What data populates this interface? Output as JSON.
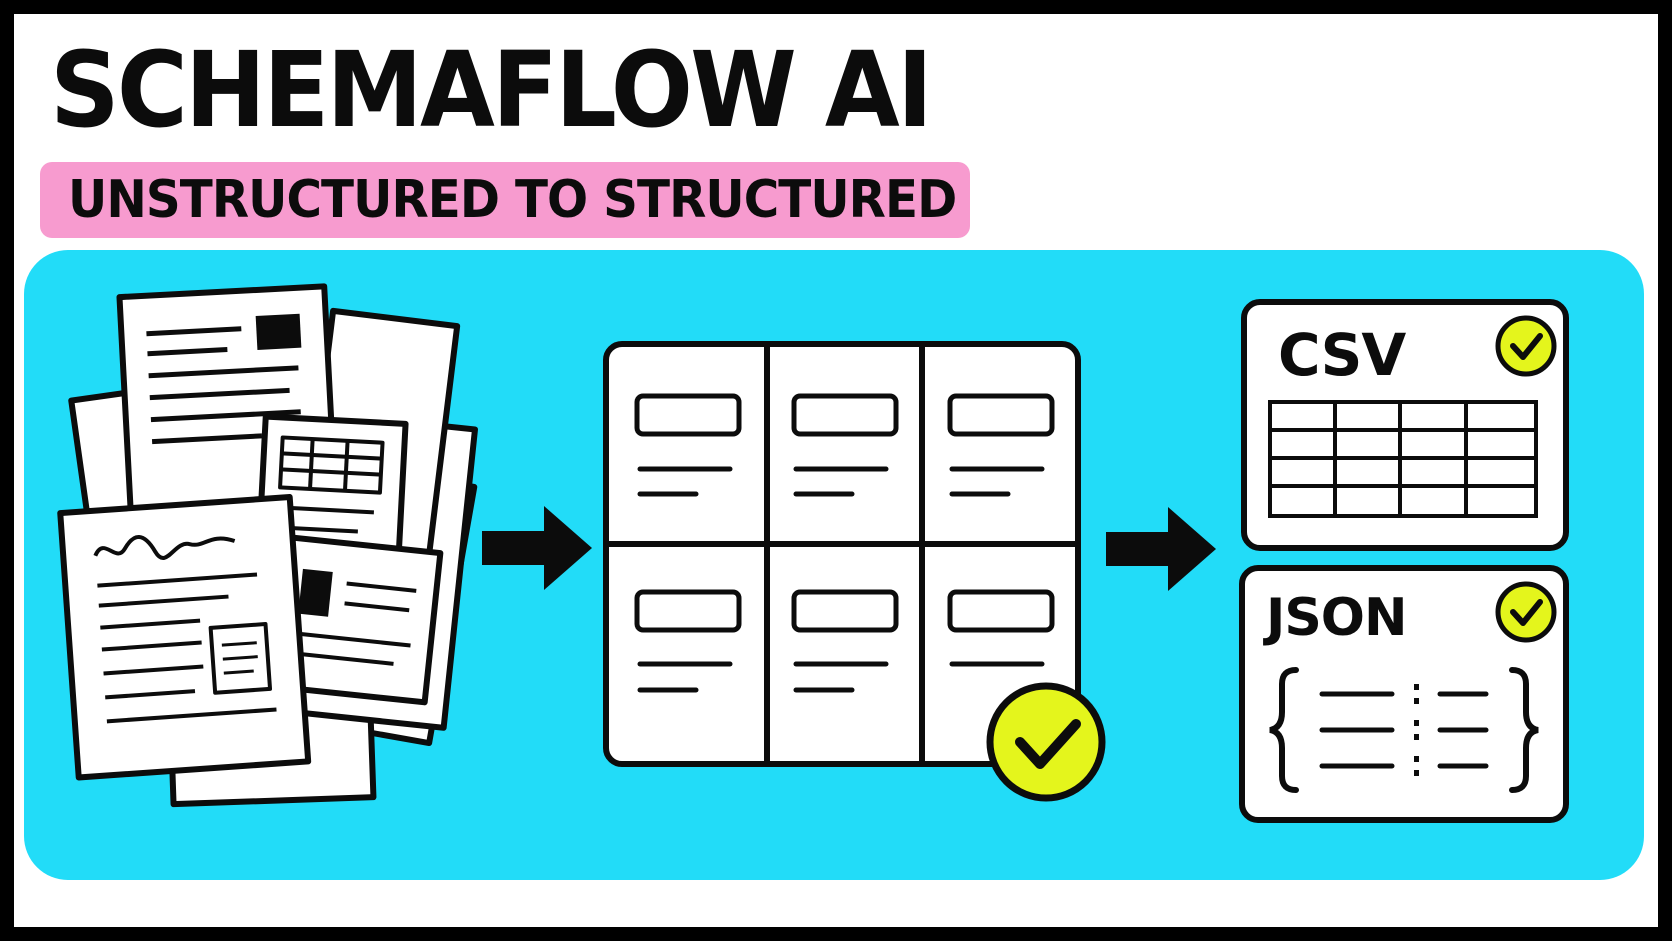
{
  "header": {
    "title": "SCHEMAFLOW AI",
    "subtitle": "UNSTRUCTURED TO STRUCTURED"
  },
  "outputs": {
    "csv_label": "CSV",
    "json_label": "JSON"
  },
  "colors": {
    "panel": "#22dcf8",
    "pill": "#f79bcf",
    "check": "#e4f51c",
    "ink": "#0c0c0c"
  },
  "icons": {
    "documents": "document-stack-icon",
    "arrow": "arrow-right-icon",
    "check": "check-badge-icon",
    "table": "table-icon",
    "braces": "braces-icon"
  }
}
